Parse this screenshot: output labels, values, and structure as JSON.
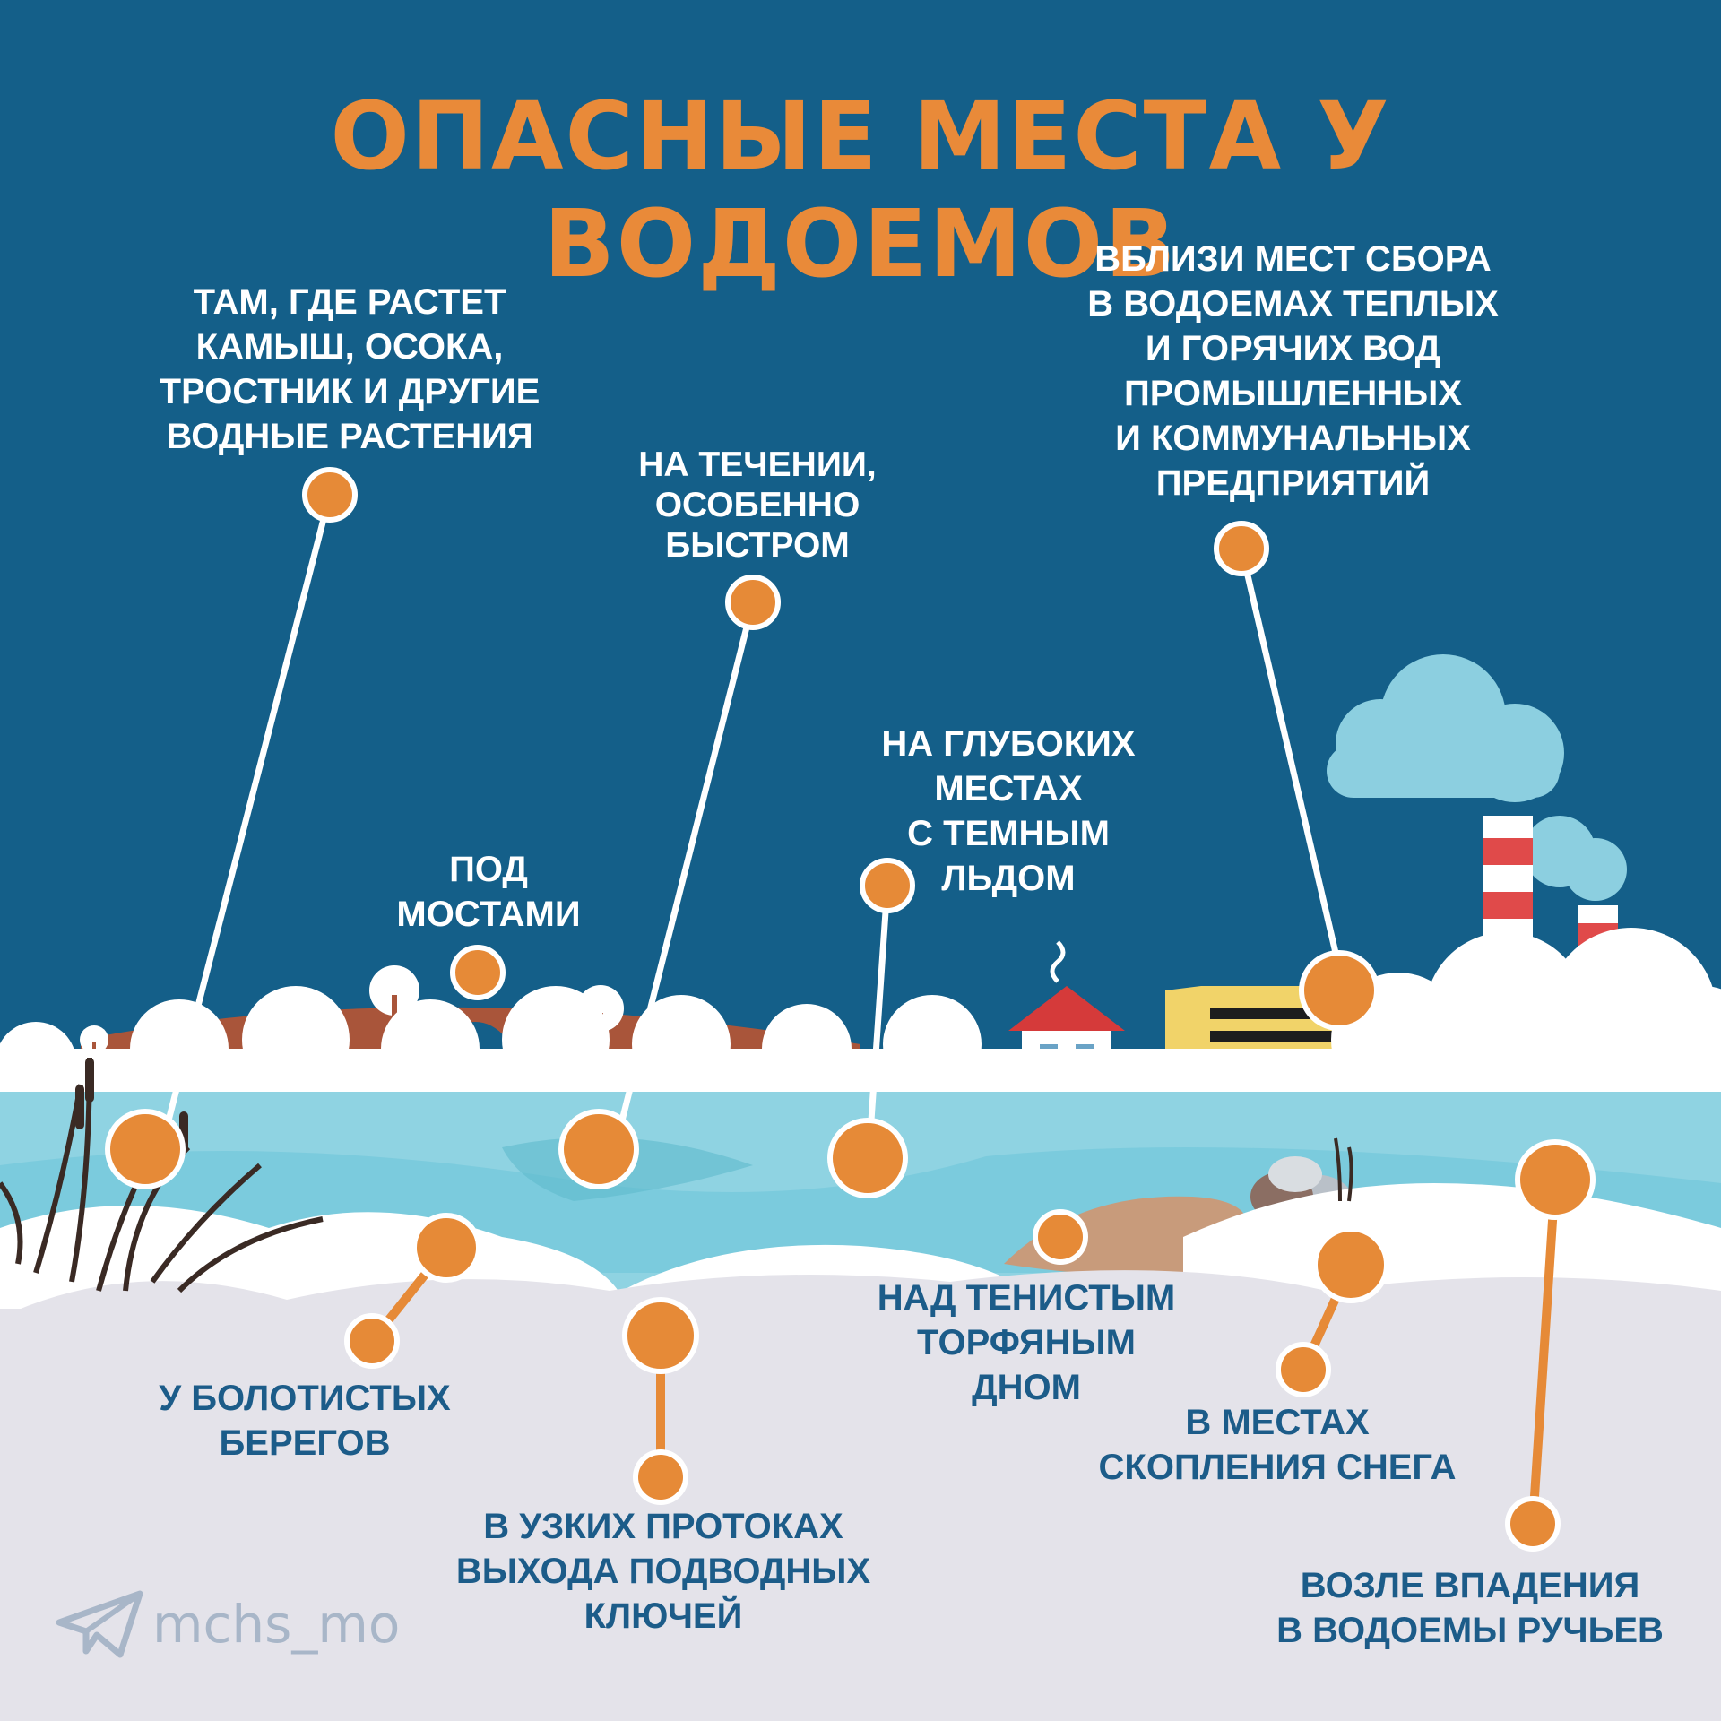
{
  "title": "ОПАСНЫЕ МЕСТА У ВОДОЕМОВ",
  "labels": {
    "reeds": "ТАМ, ГДЕ РАСТЕТ\nКАМЫШ, ОСОКА,\nТРОСТНИК И ДРУГИЕ\nВОДНЫЕ РАСТЕНИЯ",
    "current": "НА ТЕЧЕНИИ,\nОСОБЕННО\nБЫСТРОМ",
    "warm_water": "ВБЛИЗИ МЕСТ СБОРА\nВ ВОДОЕМАХ ТЕПЛЫХ\nИ ГОРЯЧИХ ВОД\nПРОМЫШЛЕННЫХ\nИ КОММУНАЛЬНЫХ\nПРЕДПРИЯТИЙ",
    "bridges": "ПОД\nМОСТАМИ",
    "deep_dark_ice": "НА ГЛУБОКИХ\nМЕСТАХ\nС ТЕМНЫМ\nЛЬДОМ",
    "swampy_shores": "У БОЛОТИСТЫХ\nБЕРЕГОВ",
    "narrow_channels": "В УЗКИХ ПРОТОКАХ\nВЫХОДА ПОДВОДНЫХ\nКЛЮЧЕЙ",
    "peat_bottom": "НАД ТЕНИСТЫМ\nТОРФЯНЫМ\nДНОМ",
    "snow_drifts": "В МЕСТАХ\nСКОПЛЕНИЯ СНЕГА",
    "streams": "ВОЗЛЕ ВПАДЕНИЯ\nВ ВОДОЕМЫ РУЧЬЕВ"
  },
  "watermark": {
    "text": "mchs_mo",
    "icon": "telegram-icon"
  },
  "colors": {
    "sky": "#145f89",
    "accent_orange": "#e68a37",
    "ice": "#8fd3e2",
    "snow": "#ffffff",
    "snow_shadow": "#e4e3ea",
    "dark_label": "#1c5c89"
  }
}
